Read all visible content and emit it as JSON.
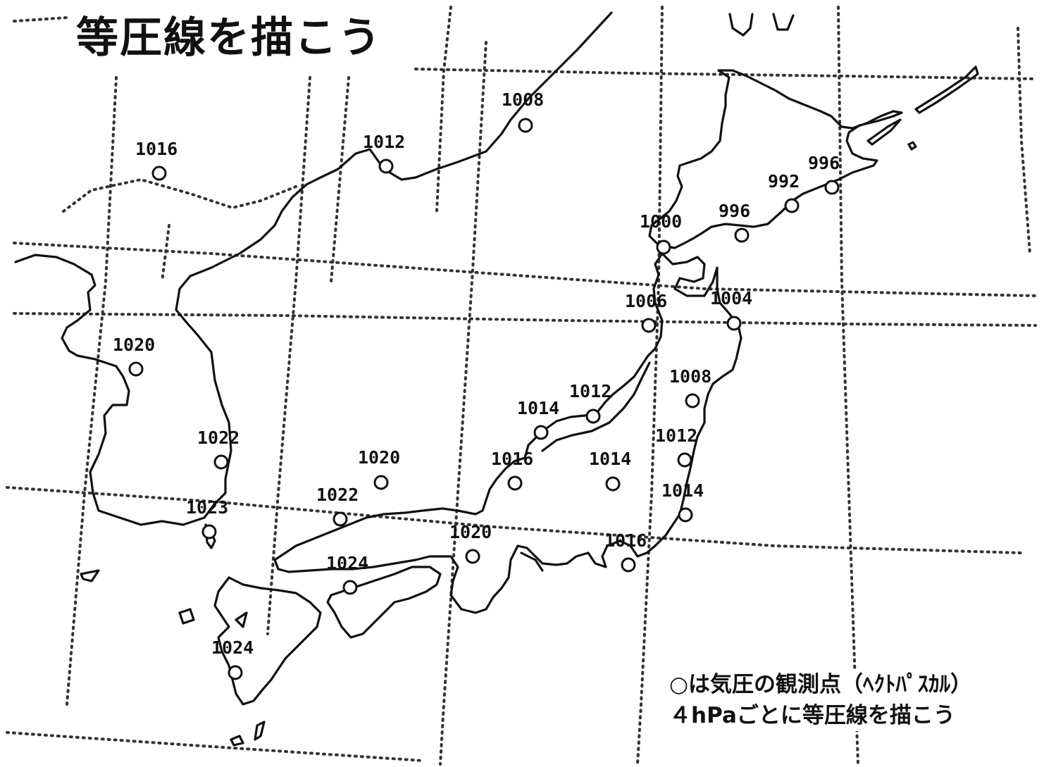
{
  "title": "等圧線を描こう",
  "note": {
    "line1": "○は気圧の観測点（ﾍｸﾄﾊﾟｽｶﾙ）",
    "line2": "４hPaごとに等圧線を描こう"
  },
  "stations": [
    {
      "value": "1016"
    },
    {
      "value": "1012"
    },
    {
      "value": "1008"
    },
    {
      "value": "1000"
    },
    {
      "value": "996"
    },
    {
      "value": "992"
    },
    {
      "value": "996"
    },
    {
      "value": "1006"
    },
    {
      "value": "1004"
    },
    {
      "value": "1020"
    },
    {
      "value": "1008"
    },
    {
      "value": "1012"
    },
    {
      "value": "1014"
    },
    {
      "value": "1022"
    },
    {
      "value": "1020"
    },
    {
      "value": "1016"
    },
    {
      "value": "1014"
    },
    {
      "value": "1012"
    },
    {
      "value": "1014"
    },
    {
      "value": "1023"
    },
    {
      "value": "1022"
    },
    {
      "value": "1020"
    },
    {
      "value": "1016"
    },
    {
      "value": "1024"
    },
    {
      "value": "1024"
    }
  ]
}
